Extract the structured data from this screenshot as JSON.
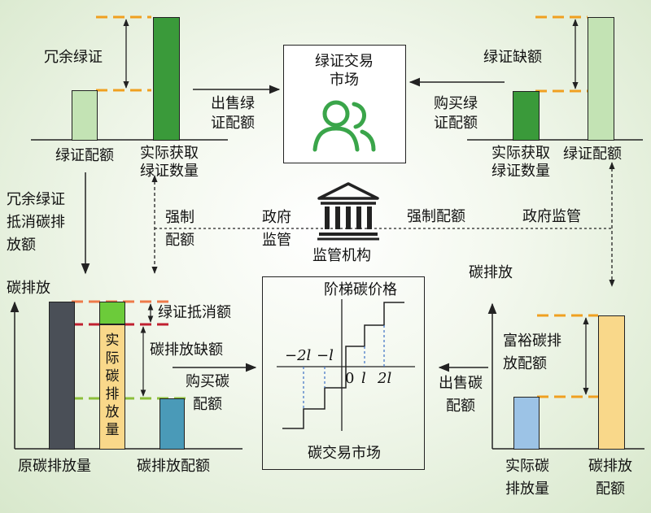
{
  "top_left": {
    "redundant_label": "冗余绿证",
    "quota_label": "绿证配额",
    "actual_label_line1": "实际获取",
    "actual_label_line2": "绿证数量"
  },
  "top_right": {
    "shortfall_label": "绿证缺额",
    "actual_label_line1": "实际获取",
    "actual_label_line2": "绿证数量",
    "quota_label": "绿证配额"
  },
  "gc_market": {
    "title_line1": "绿证交易",
    "title_line2": "市场",
    "icon": "users-icon"
  },
  "arrows": {
    "sell_gc_line1": "出售绿",
    "sell_gc_line2": "证配额",
    "buy_gc_line1": "购买绿",
    "buy_gc_line2": "证配额",
    "offset_line1": "冗余绿证",
    "offset_line2": "抵消碳排",
    "offset_line3": "放额",
    "mandatory_line1": "强制",
    "mandatory_line2": "配额",
    "gov_line1": "政府",
    "gov_line2": "监管",
    "mandatory_right": "强制配额",
    "gov_right": "政府监管",
    "buy_carbon_line1": "购买碳",
    "buy_carbon_line2": "配额",
    "sell_carbon_line1": "出售碳",
    "sell_carbon_line2": "配额"
  },
  "regulator": {
    "label": "监管机构",
    "icon": "government-building-icon"
  },
  "bottom_left": {
    "y_label": "碳排放",
    "gc_offset_label": "绿证抵消额",
    "deficit_label": "碳排放缺额",
    "actual_vertical": "实际碳排放量",
    "original_label": "原碳排放量",
    "quota_label": "碳排放配额"
  },
  "carbon_market": {
    "title": "阶梯碳价格",
    "label": "碳交易市场",
    "tick_neg2l": "−2l",
    "tick_negl": "−l",
    "tick_0": "0",
    "tick_l": "l",
    "tick_2l": "2l"
  },
  "bottom_right": {
    "y_label": "碳排放",
    "surplus_line1": "富裕碳排",
    "surplus_line2": "放配额",
    "actual_line1": "实际碳",
    "actual_line2": "排放量",
    "quota_line1": "碳排放",
    "quota_line2": "配额"
  },
  "colors": {
    "gc_quota_light": "#c3e3b4",
    "gc_actual_dark": "#3a9a3a",
    "market_icon": "#3aa54a",
    "orange_dash": "#f0a020",
    "red_dash": "#c02030",
    "coral_dash": "#ee7a4a",
    "olive_dash": "#8cbf3a",
    "carbon_dark_bar": "#4a4f57",
    "carbon_bright_green": "#6ccb3a",
    "carbon_yellow": "#f9d88a",
    "carbon_teal": "#4a9ab8",
    "carbon_blue": "#9cc3e6"
  }
}
